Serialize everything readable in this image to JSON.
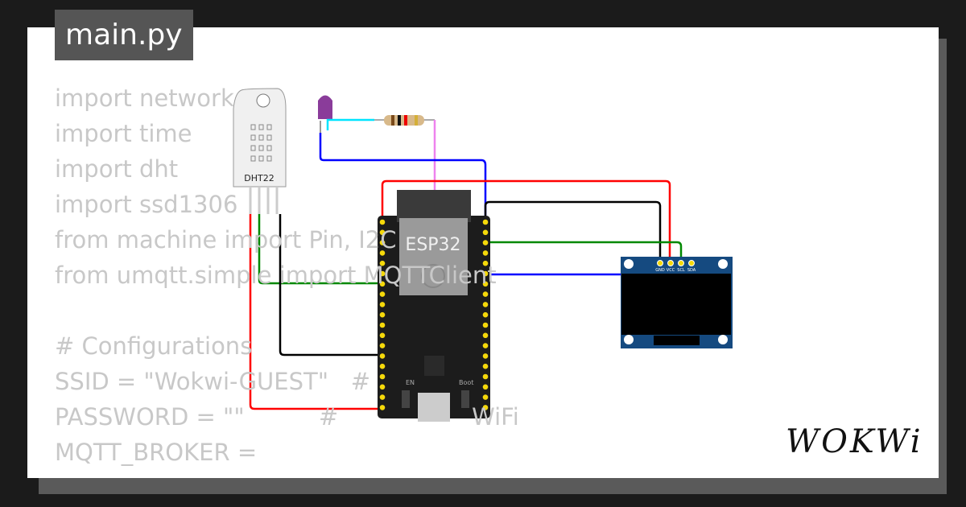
{
  "title": "main.py",
  "code_lines": [
    "import network",
    "import time",
    "import dht",
    "import ssd1306",
    "from machine import Pin, I2C",
    "from umqtt.simple import MQTTClient",
    "",
    "# Configurations",
    "SSID = \"Wokwi-GUEST\"   #",
    "PASSWORD = \"\"          #                  WiFi",
    "MQTT_BROKER = "
  ],
  "components": {
    "sensor_label": "DHT22",
    "board_label": "ESP32",
    "board_buttons": [
      "EN",
      "Boot"
    ],
    "oled_pins": [
      "GND",
      "VCC",
      "SCL",
      "SDA"
    ]
  },
  "logo": "WOKWi",
  "colors": {
    "background": "#1b1b1b",
    "panel": "#ffffff",
    "title_bg": "#555555",
    "code_text": "#d2d2d2",
    "oled_board": "#1a4a7a"
  }
}
